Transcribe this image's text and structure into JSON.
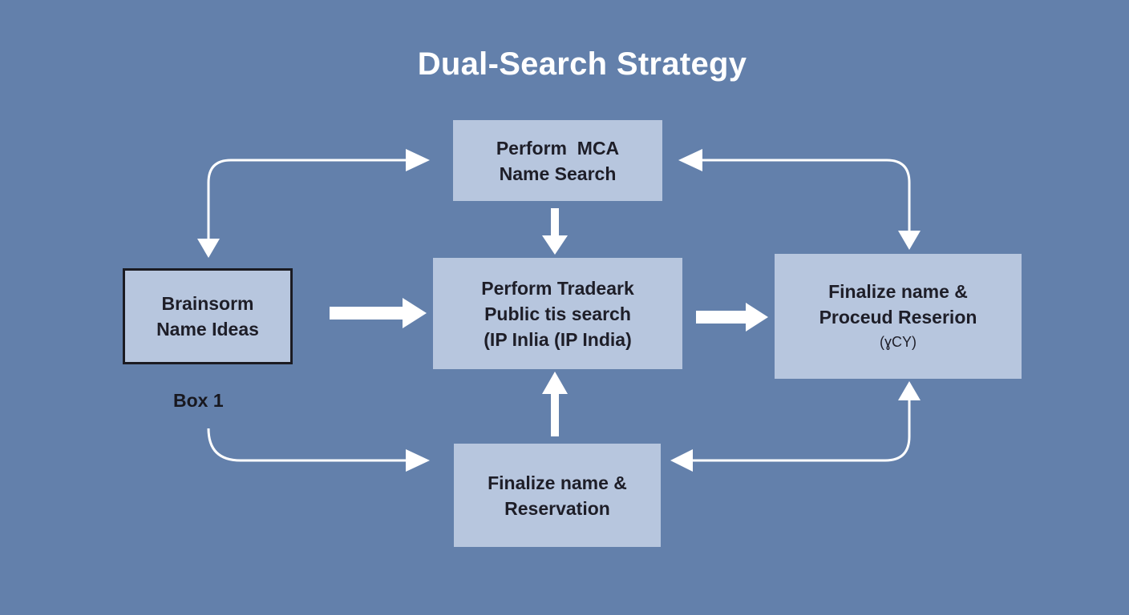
{
  "title": "Dual-Search Strategy",
  "colors": {
    "background": "#6380ab",
    "box_fill": "#b7c6de",
    "box_text": "#1e1e28",
    "arrow": "#ffffff",
    "title": "#ffffff"
  },
  "nodes": {
    "brainstorm": {
      "line1": "Brainsorm",
      "line2": "Name Ideas",
      "caption": "Box 1"
    },
    "mca_search": {
      "line1": "Perform  MCA",
      "line2": "Name Search"
    },
    "trademark_search": {
      "line1": "Perform Tradeark",
      "line2": "Public tis search",
      "line3": "(IP Inlia (IP India)"
    },
    "finalize_proceed": {
      "line1": "Finalize name &",
      "line2": "Proceud Reserion",
      "line3": "(ɣCY)"
    },
    "finalize_reservation": {
      "line1": "Finalize name &",
      "line2": "Reservation"
    }
  }
}
